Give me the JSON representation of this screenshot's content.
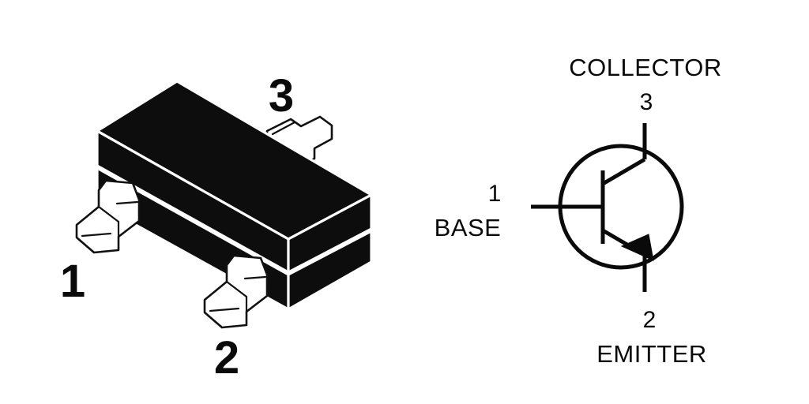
{
  "figure": {
    "kind": "transistor-package-and-symbol",
    "background_color": "#ffffff",
    "ink_color": "#0a0a0a",
    "body_fill": "#0d0d0d",
    "lead_fill": "#ffffff"
  },
  "package": {
    "name": "sot-23-package-drawing",
    "style": "3d-isometric",
    "pin_labels": {
      "pin1": "1",
      "pin2": "2",
      "pin3": "3"
    }
  },
  "symbol": {
    "name": "npn-transistor-symbol",
    "device_type": "NPN",
    "terminals": {
      "collector_name": "COLLECTOR",
      "collector_pin": "3",
      "base_name": "BASE",
      "base_pin": "1",
      "emitter_name": "EMITTER",
      "emitter_pin": "2"
    }
  }
}
